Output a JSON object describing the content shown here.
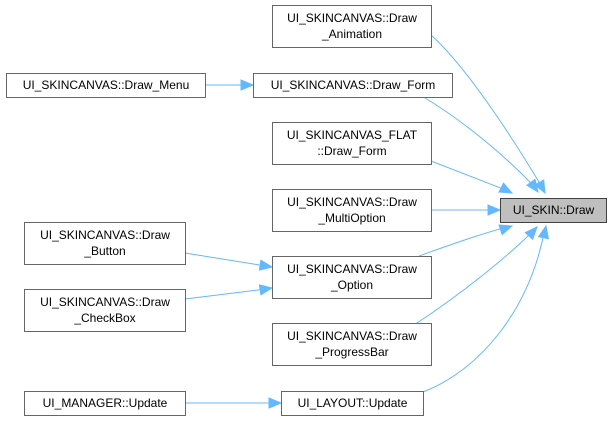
{
  "diagram": {
    "colors": {
      "edge": "#63b8ff",
      "node_border": "#666666",
      "current_node_fill": "#bfbfbf",
      "current_node_border": "#404040",
      "background": "#ffffff"
    },
    "nodes": {
      "draw_animation": [
        "UI_SKINCANVAS::Draw",
        "_Animation"
      ],
      "draw_menu": [
        "UI_SKINCANVAS::Draw_Menu"
      ],
      "draw_form": [
        "UI_SKINCANVAS::Draw_Form"
      ],
      "flat_draw_form": [
        "UI_SKINCANVAS_FLAT",
        "::Draw_Form"
      ],
      "draw_multioption": [
        "UI_SKINCANVAS::Draw",
        "_MultiOption"
      ],
      "skin_draw": [
        "UI_SKIN::Draw"
      ],
      "draw_button": [
        "UI_SKINCANVAS::Draw",
        "_Button"
      ],
      "draw_option": [
        "UI_SKINCANVAS::Draw",
        "_Option"
      ],
      "draw_checkbox": [
        "UI_SKINCANVAS::Draw",
        "_CheckBox"
      ],
      "draw_progressbar": [
        "UI_SKINCANVAS::Draw",
        "_ProgressBar"
      ],
      "manager_update": [
        "UI_MANAGER::Update"
      ],
      "layout_update": [
        "UI_LAYOUT::Update"
      ]
    }
  }
}
